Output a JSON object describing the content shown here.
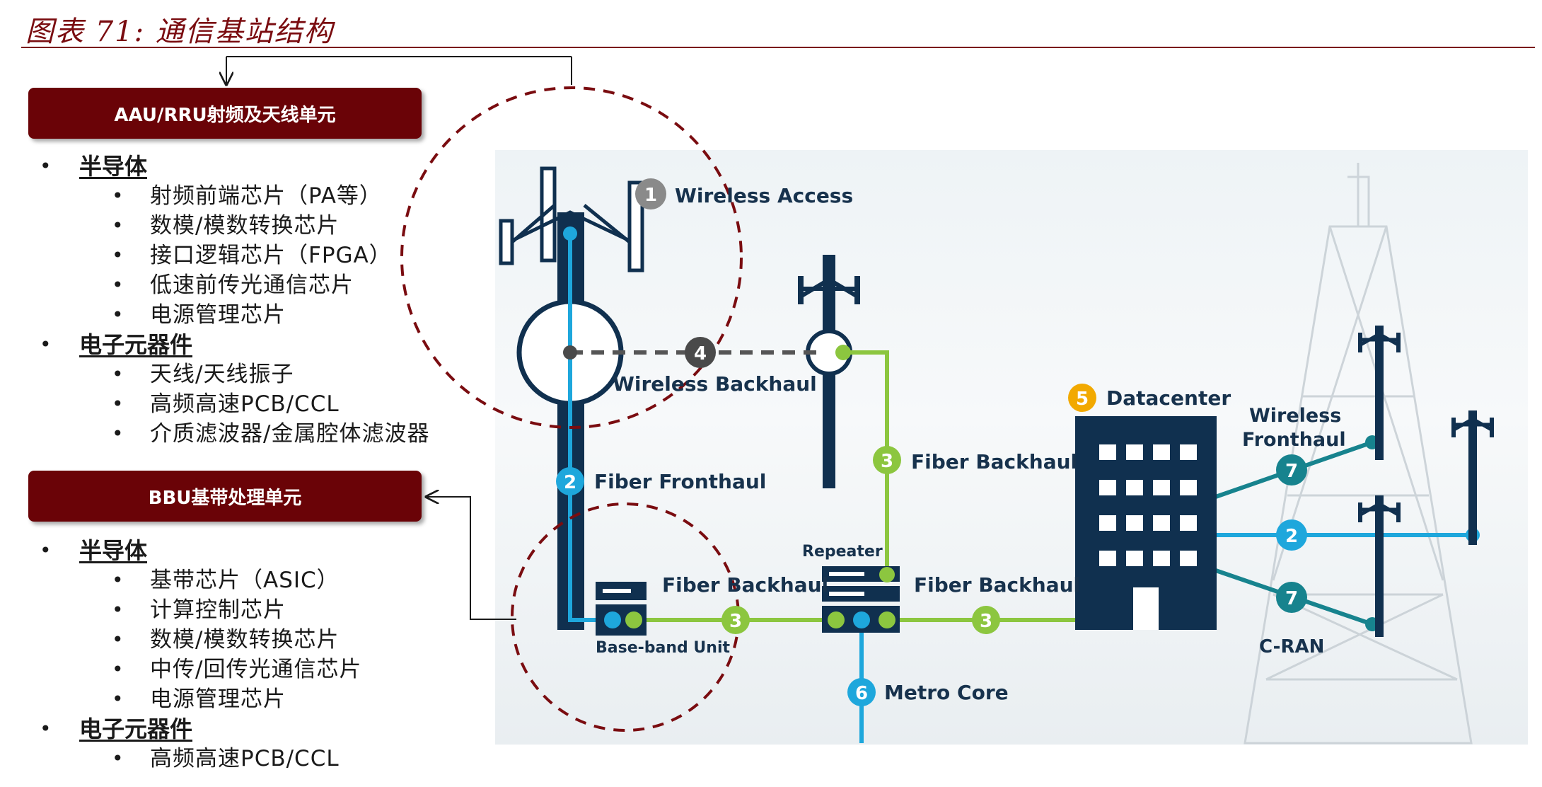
{
  "figure_title": "图表 71: 通信基站结构",
  "aau_panel": {
    "banner": "AAU/RRU射频及天线单元",
    "groups": [
      {
        "category": "半导体",
        "items": [
          "射频前端芯片（PA等）",
          "数模/模数转换芯片",
          "接口逻辑芯片（FPGA）",
          "低速前传光通信芯片",
          "电源管理芯片"
        ]
      },
      {
        "category": "电子元器件",
        "items": [
          "天线/天线振子",
          "高频高速PCB/CCL",
          "介质滤波器/金属腔体滤波器"
        ]
      }
    ]
  },
  "bbu_panel": {
    "banner": "BBU基带处理单元",
    "groups": [
      {
        "category": "半导体",
        "items": [
          "基带芯片（ASIC）",
          "计算控制芯片",
          "数模/模数转换芯片",
          "中传/回传光通信芯片",
          "电源管理芯片"
        ]
      },
      {
        "category": "电子元器件",
        "items": [
          "高频高速PCB/CCL"
        ]
      }
    ]
  },
  "diagram": {
    "labels": {
      "wireless_access": "Wireless Access",
      "wireless_backhaul": "Wireless Backhaul",
      "fiber_fronthaul": "Fiber Fronthaul",
      "fiber_backhaul_vertical": "Fiber Backhaul",
      "fiber_backhaul_left": "Fiber Backhaul",
      "fiber_backhaul_right": "Fiber Backhaul",
      "repeater": "Repeater",
      "base_band_unit": "Base-band Unit",
      "datacenter": "Datacenter",
      "wireless_fronthaul": [
        "Wireless",
        "Fronthaul"
      ],
      "metro_core": "Metro Core",
      "c_ran": "C-RAN"
    },
    "badges": {
      "b1": "1",
      "b2": "2",
      "b3": "3",
      "b4": "4",
      "b5": "5",
      "b6": "6",
      "b7": "7"
    },
    "colors": {
      "navy": "#10304f",
      "fiber_green": "#8cc63f",
      "fiber_blue": "#1ea7dc",
      "teal": "#17838e",
      "badge_gray": "#8a8a8a",
      "badge_dark": "#4a4a4a",
      "badge_gold": "#f2a900",
      "dash_red": "#7a0c10",
      "title_red": "#7a0c10",
      "banner_red": "#6a0307"
    }
  }
}
